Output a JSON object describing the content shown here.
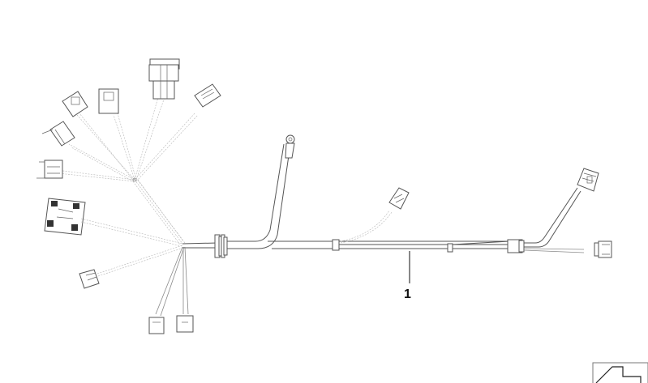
{
  "diagram": {
    "title": "Wiring harness",
    "callouts": [
      {
        "label": "1",
        "target": "main-harness"
      }
    ],
    "components": [
      "connector-top-left-1",
      "connector-top-left-2",
      "connector-top-center-tall",
      "connector-top-right-small",
      "connector-left-upper",
      "connector-left-middle",
      "fuse-relay-box",
      "connector-lower-left",
      "connector-bottom-1",
      "connector-bottom-2",
      "grommet",
      "ground-eyelet-lead",
      "connector-middle-branch",
      "connector-right-upper",
      "connector-right-end"
    ],
    "corner_icon": "page-corner-icon"
  }
}
